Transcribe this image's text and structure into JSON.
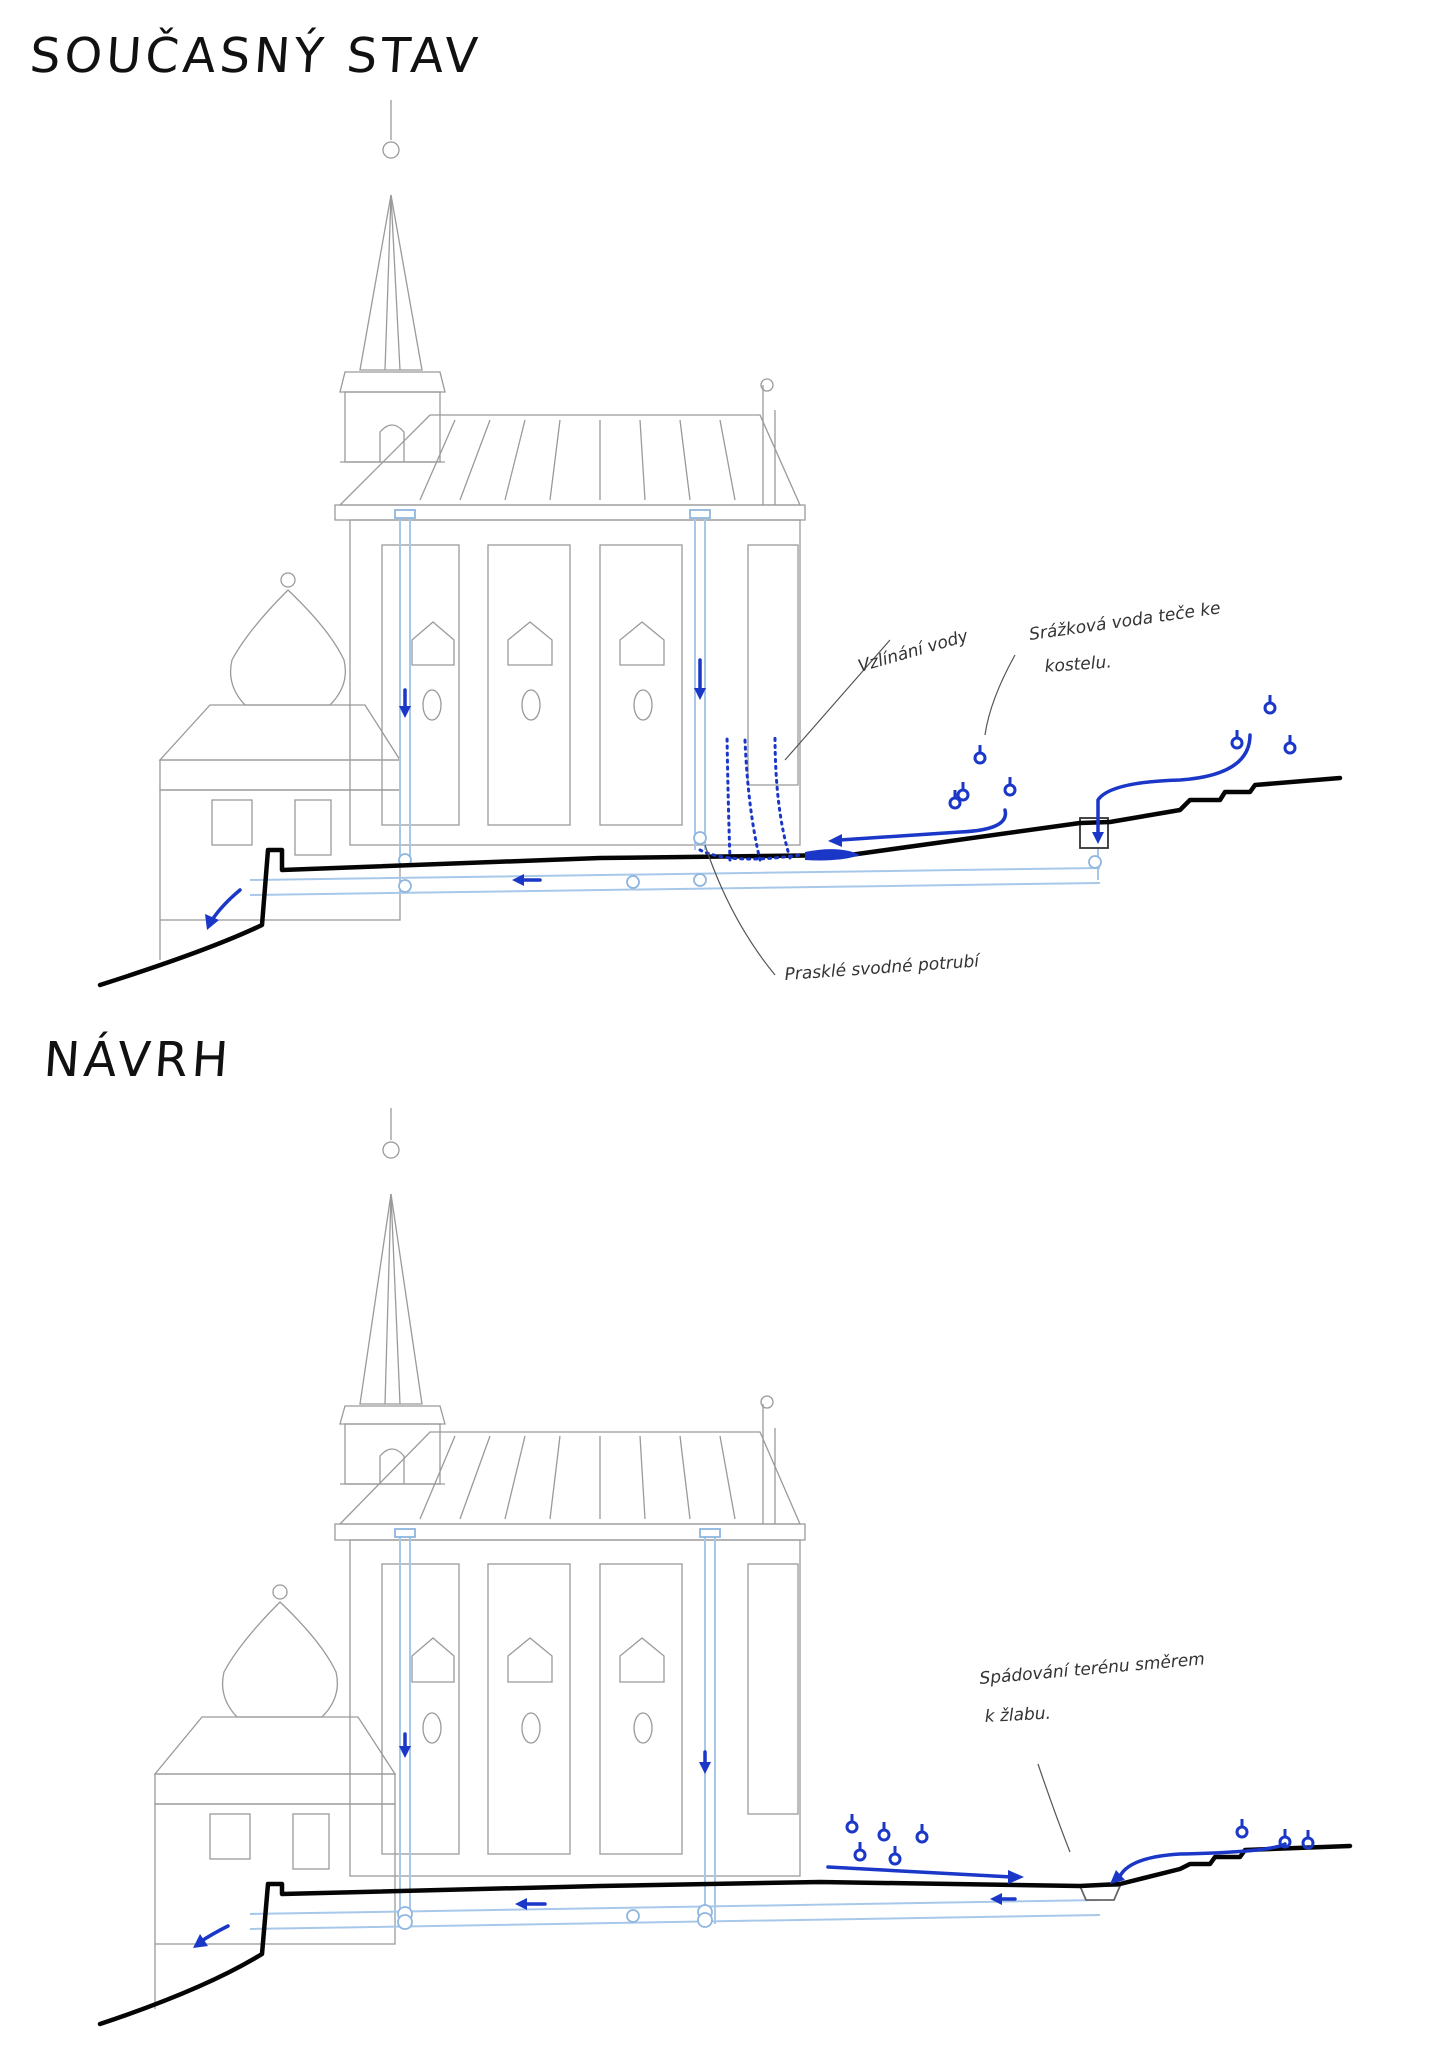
{
  "sections": [
    {
      "heading": "SOUČASNÝ STAV",
      "annotations": {
        "infiltration": "Vzlínání vody",
        "runoff_line1": "Srážková voda teče ke",
        "runoff_line2": "kostelu.",
        "pipe": "Prasklé svodné potrubí"
      }
    },
    {
      "heading": "NÁVRH",
      "annotations": {
        "grading_line1": "Spádování terénu směrem",
        "grading_line2": "k žlabu."
      }
    }
  ],
  "colors": {
    "water": "#1a37c8",
    "drainage_pipe": "#a8c8ea",
    "terrain": "#050505",
    "pencil": "#9a9a9a"
  }
}
